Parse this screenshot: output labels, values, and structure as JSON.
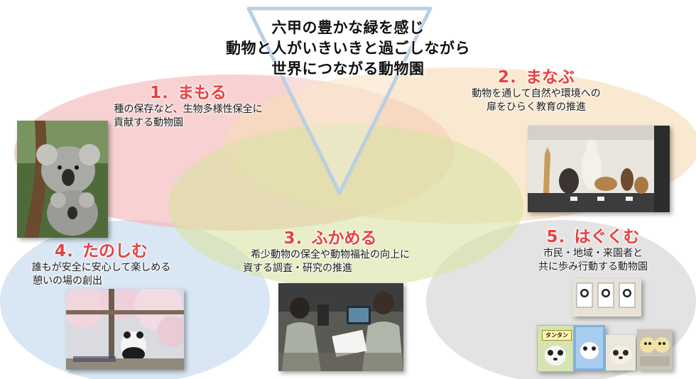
{
  "title": {
    "line1": "六甲の豊かな緑を感じ",
    "line2": "動物と人がいきいきと過ごしながら",
    "line3": "世界につながる動物園"
  },
  "sections": {
    "mamoru": {
      "heading": "1．まもる",
      "desc1": "種の保存など、生物多様性保全に",
      "desc2": "貢献する動物園",
      "color": "#e84040"
    },
    "manabu": {
      "heading": "2．まなぶ",
      "desc1": "動物を通して自然や環境への",
      "desc2": "扉をひらく教育の推進",
      "color": "#e84040"
    },
    "fukameru": {
      "heading": "3．ふかめる",
      "desc1": "希少動物の保全や動物福祉の向上に",
      "desc2": "資する調査・研究の推進",
      "color": "#e84040"
    },
    "tanoshimu": {
      "heading": "4．たのしむ",
      "desc1": "誰もが安全に安心して楽しめる",
      "desc2": "憩いの場の創出",
      "color": "#e84040"
    },
    "hagukumu": {
      "heading": "5．はぐくむ",
      "desc1": "市民・地域・来園者と",
      "desc2": "共に歩み行動する動物園",
      "color": "#e84040"
    }
  },
  "book": {
    "label": "タンタン"
  },
  "colors": {
    "ellipse_red": "#f4b7b7",
    "ellipse_orange": "#f7dcb5",
    "ellipse_green": "#d8e3a3",
    "ellipse_blue": "#cfe1f3",
    "ellipse_gray": "#d9d9d9",
    "triangle": "#b9cfe4"
  }
}
